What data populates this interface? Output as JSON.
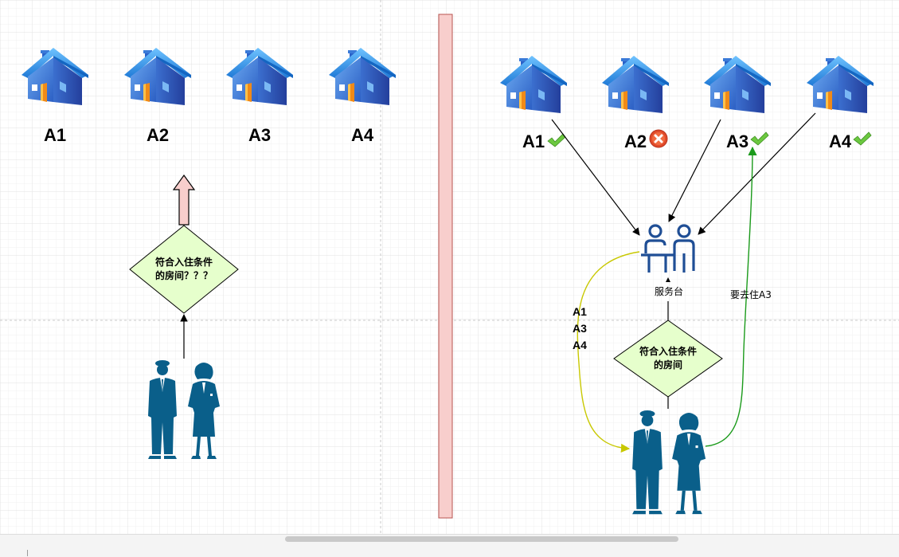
{
  "left_panel": {
    "houses": [
      {
        "label": "A1"
      },
      {
        "label": "A2"
      },
      {
        "label": "A3"
      },
      {
        "label": "A4"
      }
    ],
    "decision": {
      "line1": "符合入住条件",
      "line2": "的房间？？？"
    }
  },
  "right_panel": {
    "houses": [
      {
        "label": "A1",
        "status": "check"
      },
      {
        "label": "A2",
        "status": "cross"
      },
      {
        "label": "A3",
        "status": "check"
      },
      {
        "label": "A4",
        "status": "check"
      }
    ],
    "service_desk": {
      "label": "服务台"
    },
    "decision": {
      "line1": "符合入住条件",
      "line2": "的房间"
    },
    "available_list": [
      "A1",
      "A3",
      "A4"
    ],
    "go_label": "要去住A3"
  },
  "colors": {
    "divider_fill": "#f8cecc",
    "divider_stroke": "#b85450",
    "diamond_fill": "#e6ffcc",
    "yellow_arrow": "#c8c800",
    "green_arrow": "#1a9a1a",
    "figure_blue": "#0a5f8a",
    "house_roof": "#2f8fe0",
    "house_wall": "#4a8ee0",
    "door_orange": "#f08a18"
  },
  "icons": [
    "house-icon",
    "check-icon",
    "cross-icon",
    "service-desk-icon",
    "people-icon",
    "up-arrow-icon"
  ]
}
